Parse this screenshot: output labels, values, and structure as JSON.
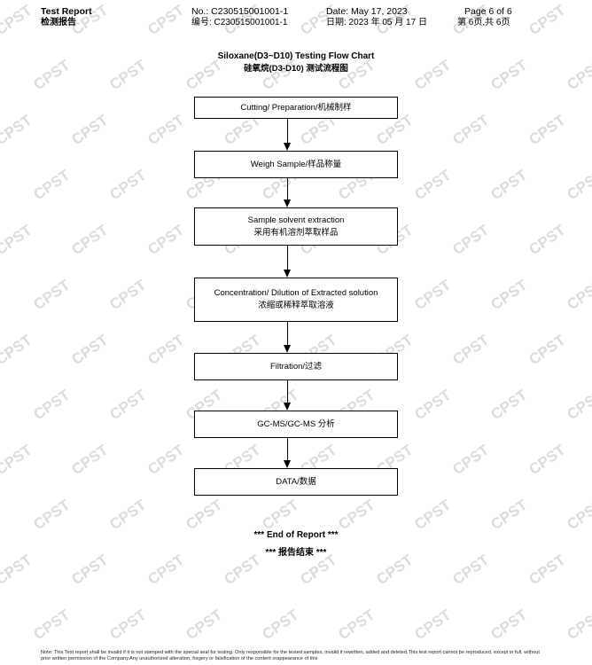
{
  "header": {
    "report_title": "Test Report",
    "report_title_cn": "检测报告",
    "report_no": "No.: C230515001001-1",
    "report_no_cn": "编号: C230515001001-1",
    "date": "Date: May 17, 2023",
    "date_cn": "日期: 2023 年 05 月 17 日",
    "page": "Page 6 of 6",
    "page_cn": "第 6页,共 6页"
  },
  "chart": {
    "title": "Siloxane(D3~D10) Testing Flow Chart",
    "title_cn": "硅氧烷(D3-D10) 测试流程图"
  },
  "steps": [
    {
      "en": "Cutting/ Preparation/机械制样",
      "cn": ""
    },
    {
      "en": "Weigh Sample/样品称量",
      "cn": ""
    },
    {
      "en": "Sample solvent extraction",
      "cn": "采用有机溶剂萃取样品"
    },
    {
      "en": "Concentration/ Dilution of Extracted solution",
      "cn": "浓缩或稀释萃取溶液"
    },
    {
      "en": "Filtration/过滤",
      "cn": ""
    },
    {
      "en": "GC-MS/GC-MS 分析",
      "cn": ""
    },
    {
      "en": "DATA/数据",
      "cn": ""
    }
  ],
  "end": {
    "en": "*** End of Report ***",
    "cn": "***  报告结束  ***"
  },
  "watermark": {
    "text": "CPST",
    "color": "#dcdcdc"
  },
  "footer": {
    "note": "Note: This Test report shall be invalid if it is not stamped with the special seal for testing. Only responsible for the tested samples, invalid if rewritten, added and deleted.This test report cannot be reproduced, except in full, without prior written permission of the Company.Any unauthorized alteration, forgery or falsification of the content orappearance of this"
  }
}
